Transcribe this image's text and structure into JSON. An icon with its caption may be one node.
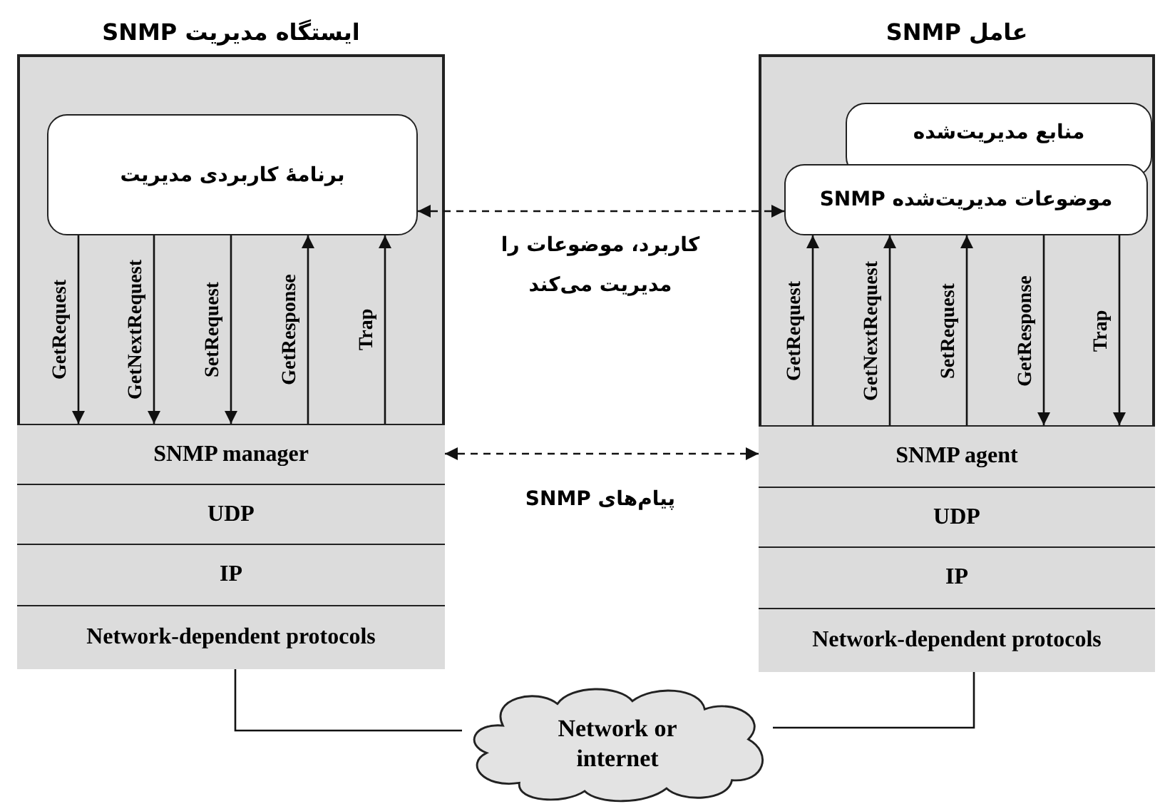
{
  "diagram": {
    "nodes": [
      {
        "text": [
          "ایستگاه مدیریت SNMP"
        ]
      },
      {
        "text": [
          "برنامهٔ کاربردی مدیریت"
        ],
        "in": 0
      },
      {
        "text": [
          "SNMP manager"
        ],
        "in": 0
      },
      {
        "text": [
          "UDP"
        ],
        "in": 0
      },
      {
        "text": [
          "IP"
        ],
        "in": 0
      },
      {
        "text": [
          "Network-dependent protocols"
        ],
        "in": 0
      },
      {
        "text": [
          "عامل SNMP"
        ]
      },
      {
        "text": [
          "منابع مدیریت‌شده"
        ],
        "in": 6
      },
      {
        "text": [
          "موضوعات مدیریت‌شده SNMP"
        ],
        "in": 6
      },
      {
        "text": [
          "SNMP agent"
        ],
        "in": 6
      },
      {
        "text": [
          "UDP"
        ],
        "in": 6
      },
      {
        "text": [
          "IP"
        ],
        "in": 6
      },
      {
        "text": [
          "Network-dependent protocols"
        ],
        "in": 6
      },
      {
        "text": [
          "Network or internet"
        ]
      }
    ],
    "edges": [
      {
        "from": 1,
        "to": 2,
        "arrow": "to",
        "label": "GetRequest"
      },
      {
        "from": 1,
        "to": 2,
        "arrow": "to",
        "label": "GetNextRequest"
      },
      {
        "from": 1,
        "to": 2,
        "arrow": "to",
        "label": "SetRequest"
      },
      {
        "from": 2,
        "to": 1,
        "arrow": "to",
        "label": "GetResponse"
      },
      {
        "from": 2,
        "to": 1,
        "arrow": "to",
        "label": "Trap"
      },
      {
        "from": 9,
        "to": 8,
        "arrow": "to",
        "label": "GetRequest"
      },
      {
        "from": 9,
        "to": 8,
        "arrow": "to",
        "label": "GetNextRequest"
      },
      {
        "from": 9,
        "to": 8,
        "arrow": "to",
        "label": "SetRequest"
      },
      {
        "from": 8,
        "to": 9,
        "arrow": "to",
        "label": "GetResponse"
      },
      {
        "from": 8,
        "to": 9,
        "arrow": "to",
        "label": "Trap"
      },
      {
        "from": 1,
        "to": 8,
        "arrow": "both",
        "style": "dashed",
        "label": "کاربرد، موضوعات را مدیریت می‌کند"
      },
      {
        "from": 2,
        "to": 9,
        "arrow": "both",
        "style": "dashed",
        "label": "پیام‌های SNMP"
      },
      {
        "from": 5,
        "to": 13,
        "arrow": "none"
      },
      {
        "from": 12,
        "to": 13,
        "arrow": "none"
      }
    ]
  }
}
